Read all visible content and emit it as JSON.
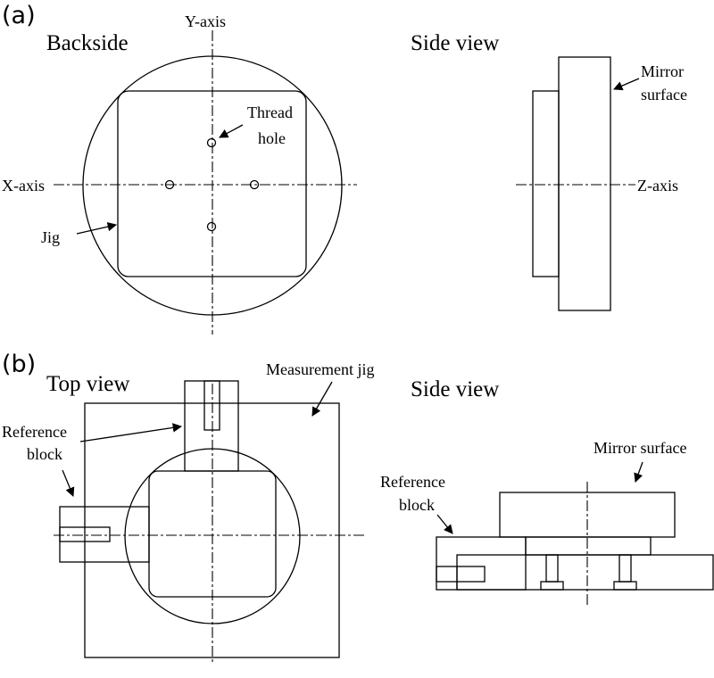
{
  "panel_a": {
    "label": "(a)",
    "backside": {
      "title": "Backside",
      "y_axis": "Y-axis",
      "x_axis": "X-axis",
      "thread_hole": [
        "Thread",
        "hole"
      ],
      "jig": "Jig"
    },
    "side_view": {
      "title": "Side view",
      "mirror_surface": [
        "Mirror",
        "surface"
      ],
      "z_axis": "Z-axis"
    }
  },
  "panel_b": {
    "label": "(b)",
    "top_view": {
      "title": "Top view",
      "measurement_jig": "Measurement jig",
      "reference_block": [
        "Reference",
        "block"
      ]
    },
    "side_view": {
      "title": "Side view",
      "mirror_surface": "Mirror surface",
      "reference_block": [
        "Reference",
        "block"
      ]
    }
  }
}
